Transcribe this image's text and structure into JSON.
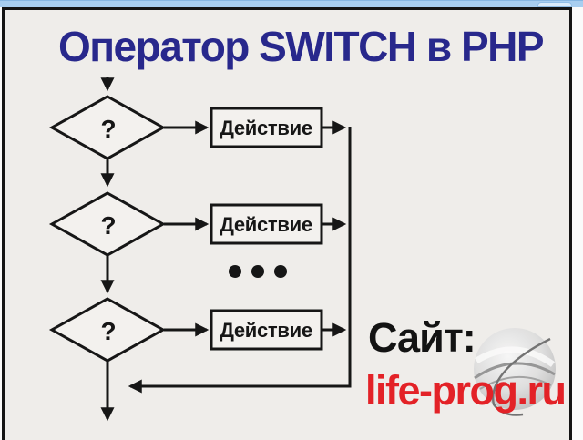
{
  "window": {
    "titlebar_color": "#a8cef0"
  },
  "slide": {
    "title": "Оператор SWITCH в PHP",
    "colors": {
      "background": "#efedea",
      "title_text": "#28288c",
      "line": "#161616",
      "shape_fill": "#f3f1ee",
      "site_label_text": "#131313",
      "site_url_text": "#e32227"
    }
  },
  "flowchart": {
    "decisions": [
      {
        "label": "?"
      },
      {
        "label": "?"
      },
      {
        "label": "?"
      }
    ],
    "actions": [
      {
        "label": "Действие"
      },
      {
        "label": "Действие"
      },
      {
        "label": "Действие"
      }
    ],
    "ellipsis_dots": 3
  },
  "site": {
    "label": "Сайт:",
    "url": "life-prog.ru"
  }
}
